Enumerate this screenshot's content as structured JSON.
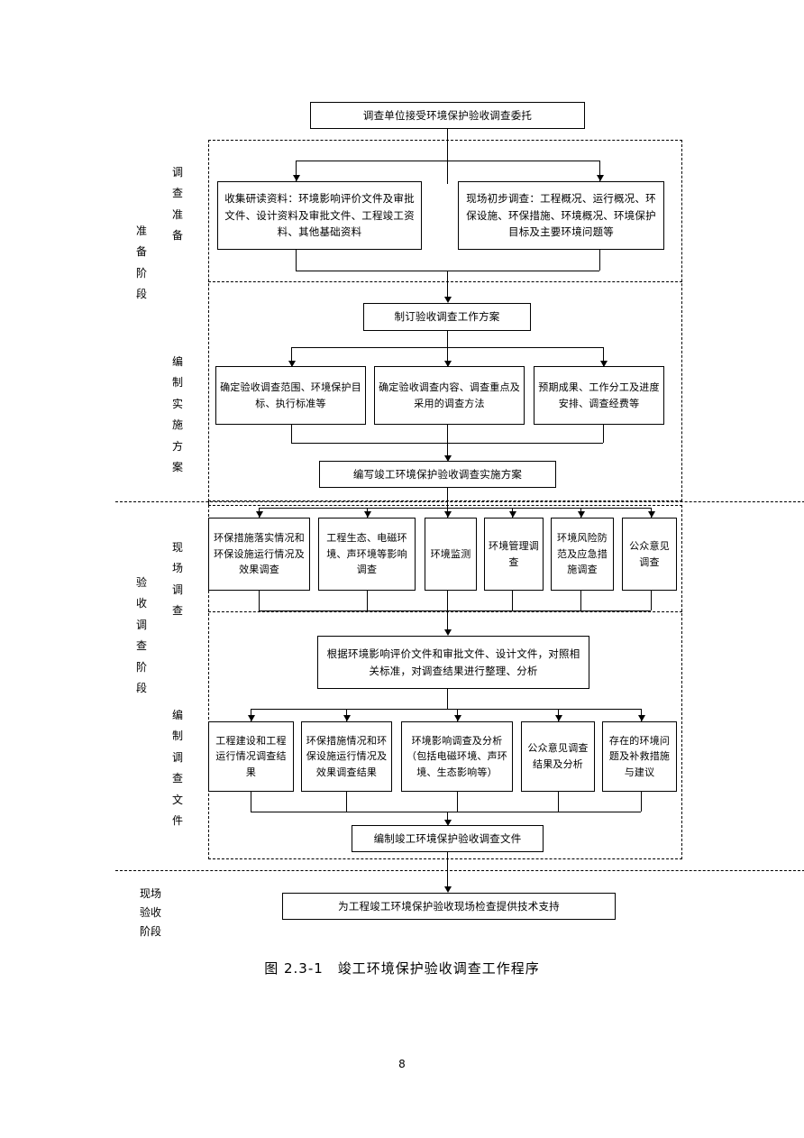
{
  "page": {
    "caption": "图 2.3-1　竣工环境保护验收调查工作程序",
    "page_number": "8"
  },
  "stage_labels": {
    "prep_stage": [
      "准",
      "备",
      "阶",
      "段"
    ],
    "survey_stage": [
      "验",
      "收",
      "调",
      "查",
      "阶",
      "段"
    ],
    "acceptance_stage": [
      "现场",
      "验收",
      "阶段"
    ]
  },
  "section_labels": {
    "survey_prep": [
      "调",
      "查",
      "准",
      "备"
    ],
    "plan_making": [
      "编",
      "制",
      "实",
      "施",
      "方",
      "案"
    ],
    "field_survey": [
      "现",
      "场",
      "调",
      "查"
    ],
    "doc_making": [
      "编",
      "制",
      "调",
      "查",
      "文",
      "件"
    ]
  },
  "nodes": {
    "start": "调查单位接受环境保护验收调查委托",
    "prep_left": "收集研读资料：环境影响评价文件及审批文件、设计资料及审批文件、工程竣工资料、其他基础资料",
    "prep_right": "现场初步调查：工程概况、运行概况、环保设施、环保措施、环境概况、环境保护目标及主要环境问题等",
    "make_plan": "制订验收调查工作方案",
    "plan_1": "确定验收调查范围、环境保护目标、执行标准等",
    "plan_2": "确定验收调查内容、调查重点及采用的调查方法",
    "plan_3": "预期成果、工作分工及进度安排、调查经费等",
    "write_plan": "编写竣工环境保护验收调查实施方案",
    "field_1": "环保措施落实情况和环保设施运行情况及效果调查",
    "field_2": "工程生态、电磁环境、声环境等影响调查",
    "field_3": "环境监测",
    "field_4": "环境管理调查",
    "field_5": "环境风险防范及应急措施调查",
    "field_6": "公众意见调查",
    "analyze": "根据环境影响评价文件和审批文件、设计文件，对照相关标准，对调查结果进行整理、分析",
    "doc_1": "工程建设和工程运行情况调查结果",
    "doc_2": "环保措施情况和环保设施运行情况及效果调查结果",
    "doc_3": "环境影响调查及分析（包括电磁环境、声环境、生态影响等）",
    "doc_4": "公众意见调查结果及分析",
    "doc_5": "存在的环境问题及补救措施与建议",
    "compile_doc": "编制竣工环境保护验收调查文件",
    "support": "为工程竣工环境保护验收现场检查提供技术支持"
  },
  "colors": {
    "line": "#000000",
    "background": "#ffffff",
    "box_fill": "#ffffff"
  }
}
